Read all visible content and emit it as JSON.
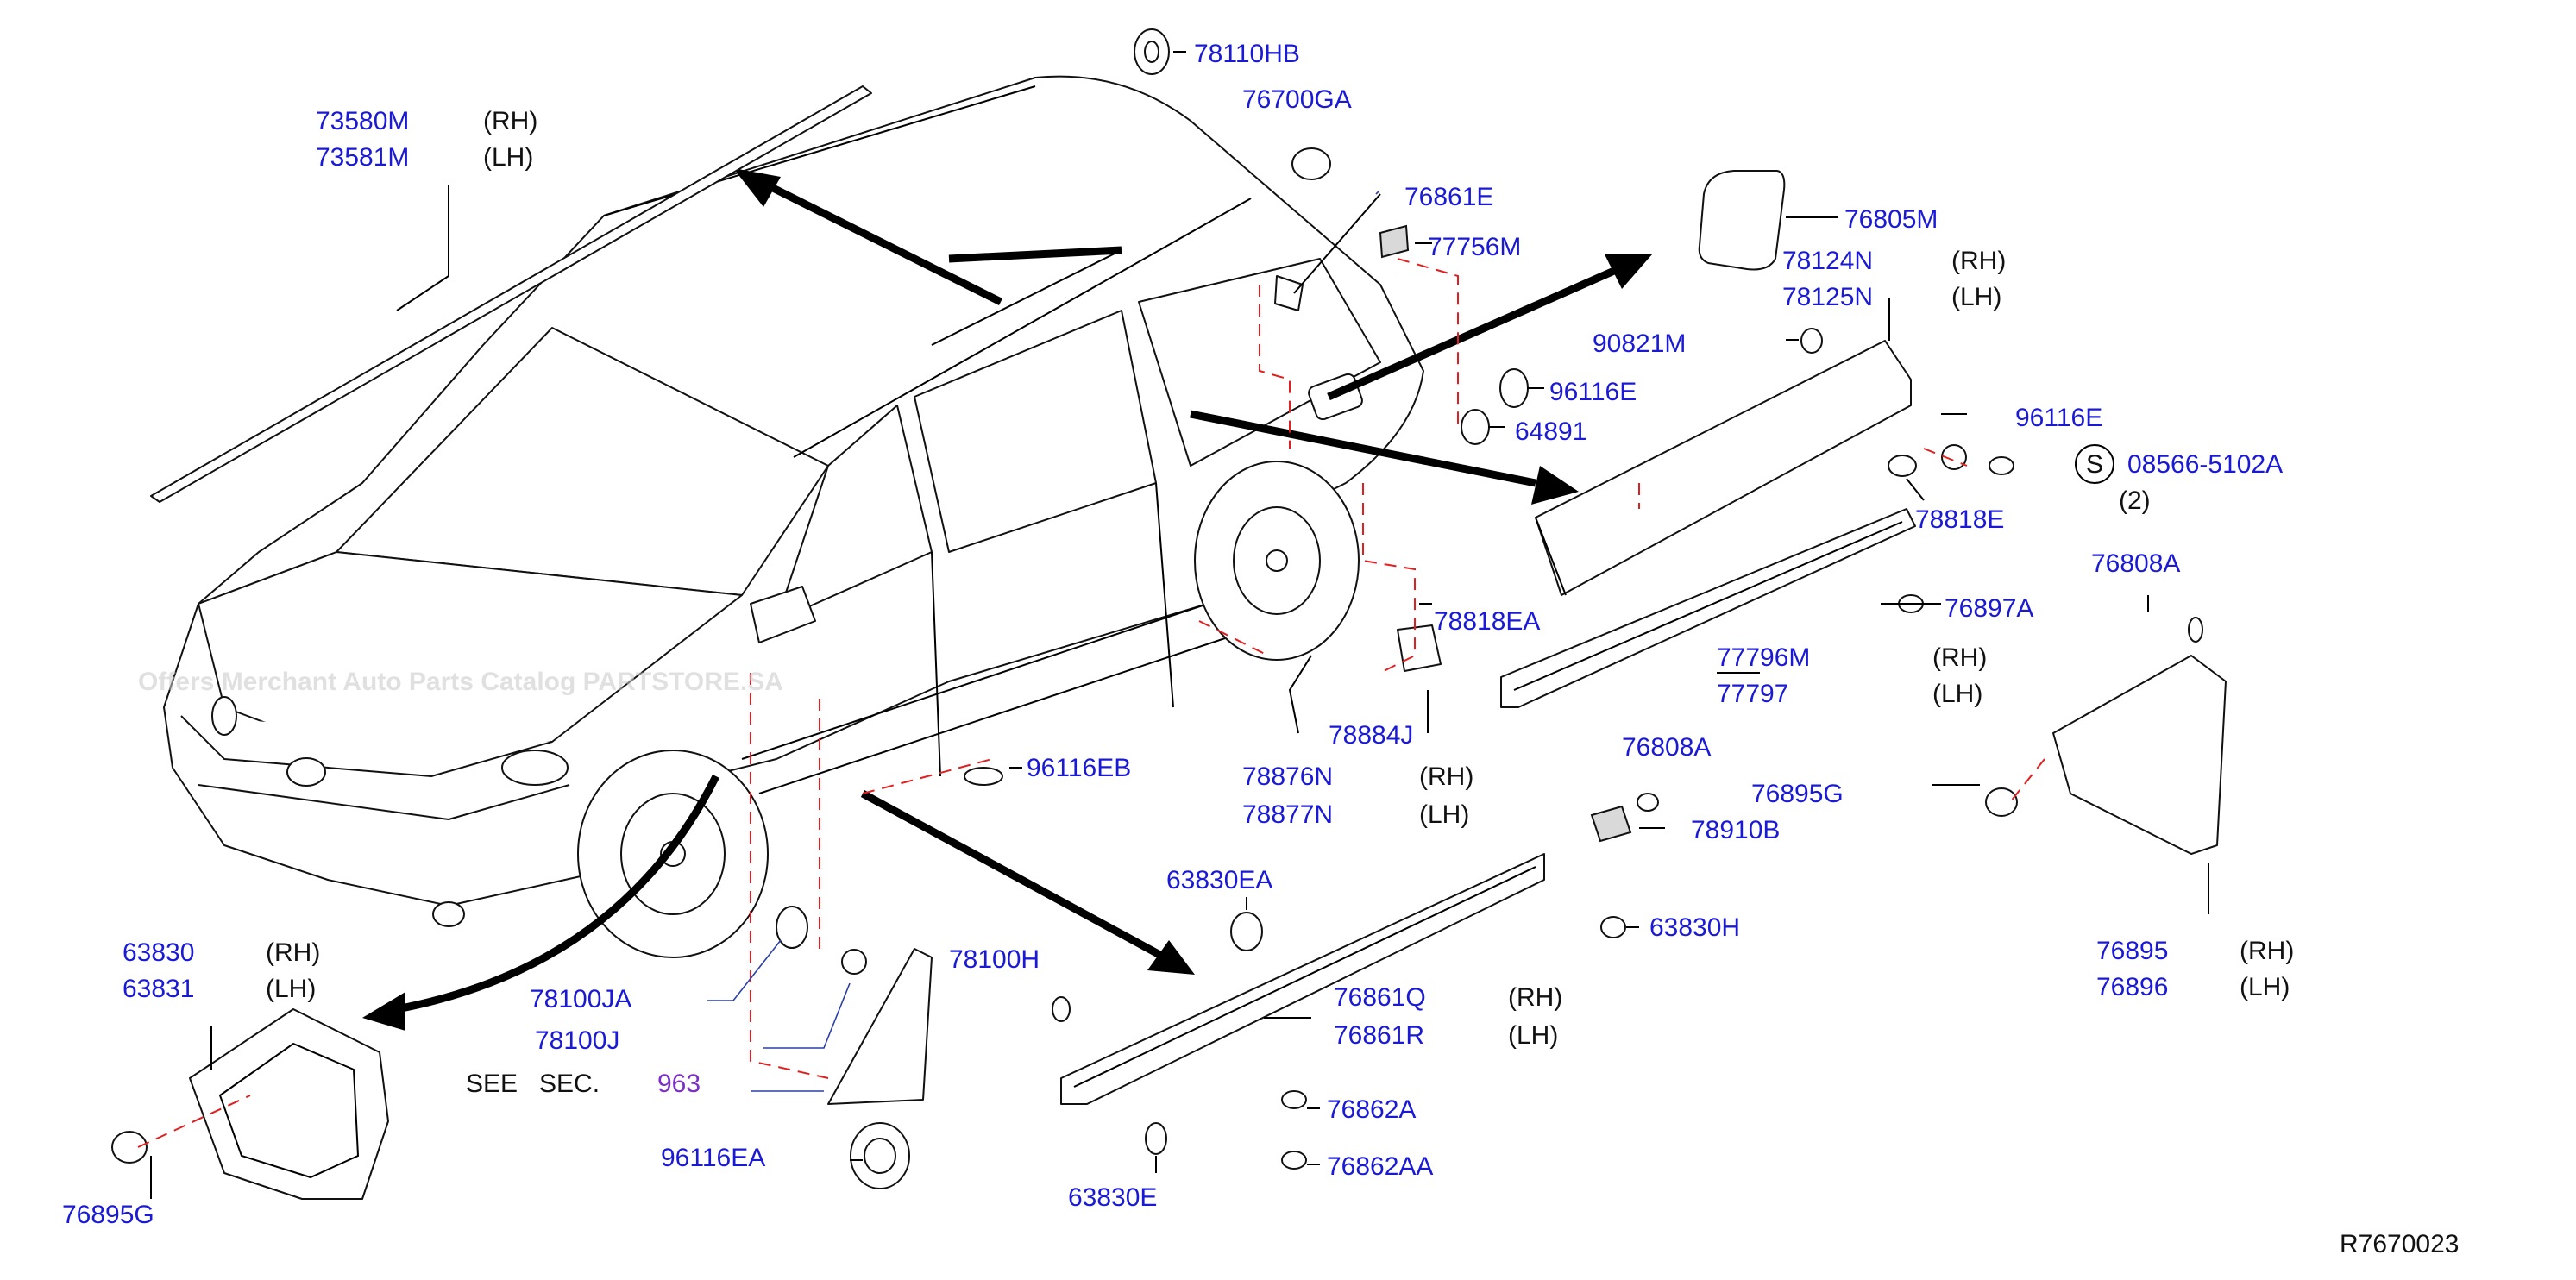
{
  "watermark": "Offers Merchant Auto Parts Catalog PARTSTORE.SA",
  "diagram_id": "R7670023",
  "see_sec": {
    "label": "SEE   SEC.",
    "section": "963"
  },
  "qualifiers": {
    "rh": "(RH)",
    "lh": "(LH)",
    "qty2": "(2)",
    "s_symbol": "S"
  },
  "parts": {
    "p78110HB": "78110HB",
    "p76700GA": "76700GA",
    "p73580M": "73580M",
    "p73581M": "73581M",
    "p76861E": "76861E",
    "p77756M": "77756M",
    "p76805M": "76805M",
    "p78124N": "78124N",
    "p78125N": "78125N",
    "p90821M": "90821M",
    "p96116E_a": "96116E",
    "p64891": "64891",
    "p96116E_b": "96116E",
    "p08566": "08566-5102A",
    "p78818E": "78818E",
    "p76897A": "76897A",
    "p76808A_a": "76808A",
    "p78818EA": "78818EA",
    "p77796M": "77796M",
    "p77797": "77797",
    "p96116EB": "96116EB",
    "p78884J": "78884J",
    "p78876N": "78876N",
    "p78877N": "78877N",
    "p76808A_b": "76808A",
    "p78910B": "78910B",
    "p76895G_a": "76895G",
    "p63830EA": "63830EA",
    "p63830H": "63830H",
    "p76895": "76895",
    "p76896": "76896",
    "p63830": "63830",
    "p63831": "63831",
    "p78100JA": "78100JA",
    "p78100J": "78100J",
    "p78100H": "78100H",
    "p76861Q": "76861Q",
    "p76861R": "76861R",
    "p76862A": "76862A",
    "p76862AA": "76862AA",
    "p96116EA": "96116EA",
    "p63830E": "63830E",
    "p76895G_b": "76895G"
  }
}
